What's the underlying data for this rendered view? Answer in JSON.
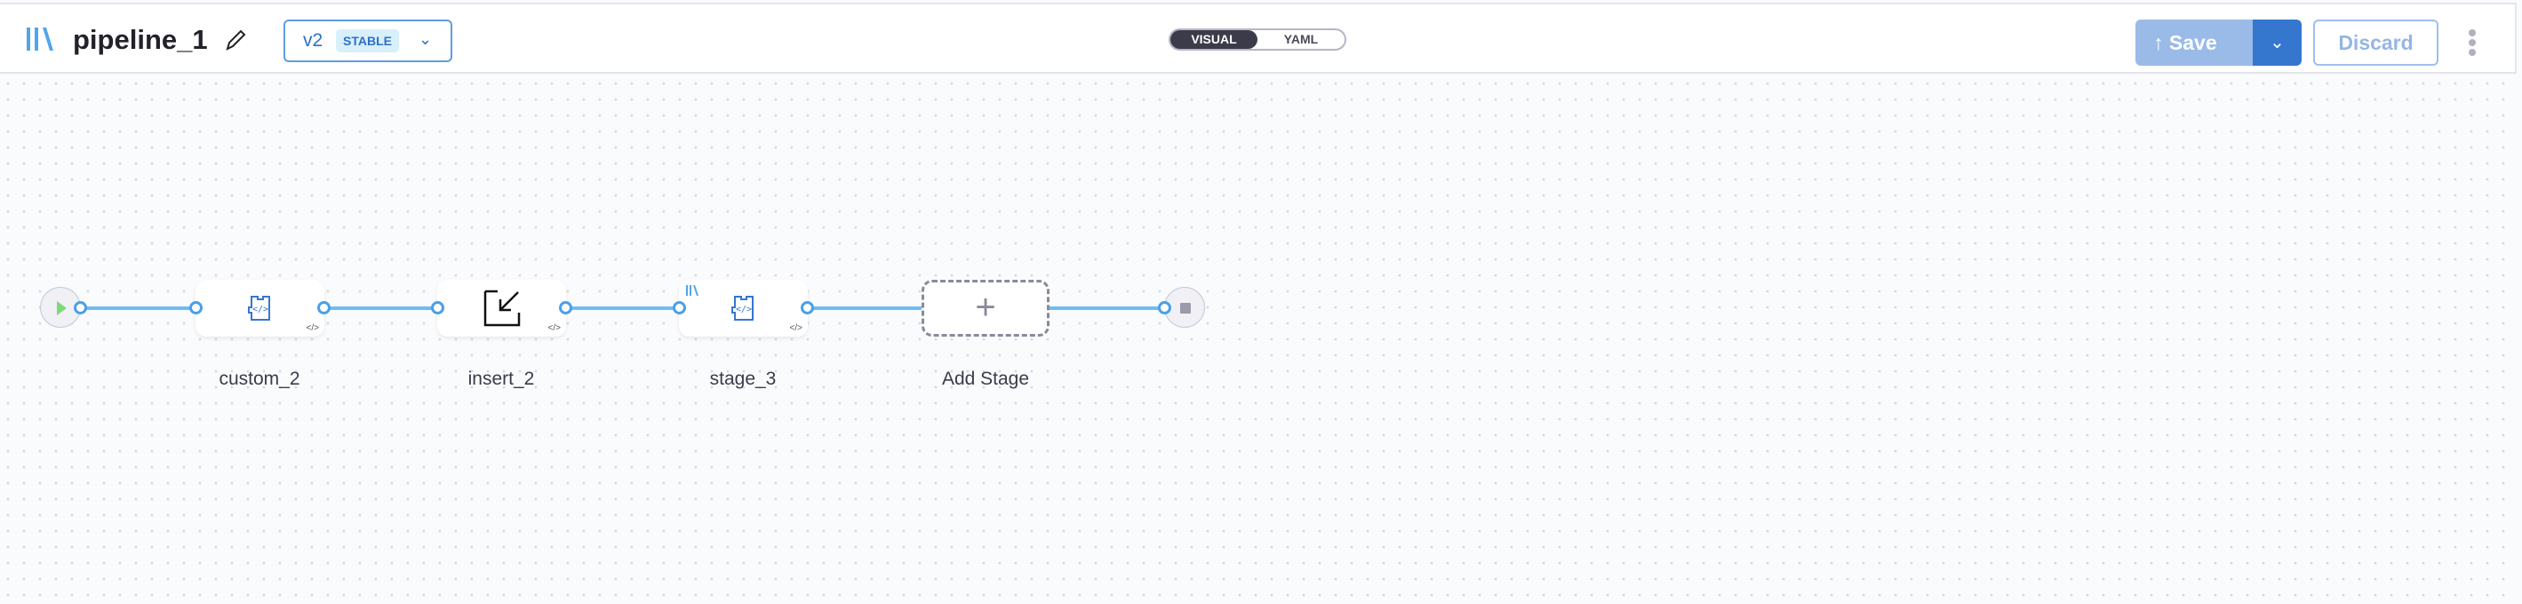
{
  "header": {
    "pipeline_name": "pipeline_1",
    "version": "v2",
    "version_badge": "STABLE",
    "view_toggle": {
      "options": [
        "VISUAL",
        "YAML"
      ],
      "selected": "VISUAL"
    },
    "save_label": "Save",
    "discard_label": "Discard"
  },
  "canvas": {
    "stages": [
      {
        "name": "custom_2",
        "icon": "custom-stage-icon"
      },
      {
        "name": "insert_2",
        "icon": "insert-arrow-icon"
      },
      {
        "name": "stage_3",
        "icon": "custom-stage-icon"
      }
    ],
    "add_stage_label": "Add Stage"
  },
  "colors": {
    "accent": "#3577cf",
    "edge": "#6fbdf0",
    "start": "#7dd97a"
  }
}
